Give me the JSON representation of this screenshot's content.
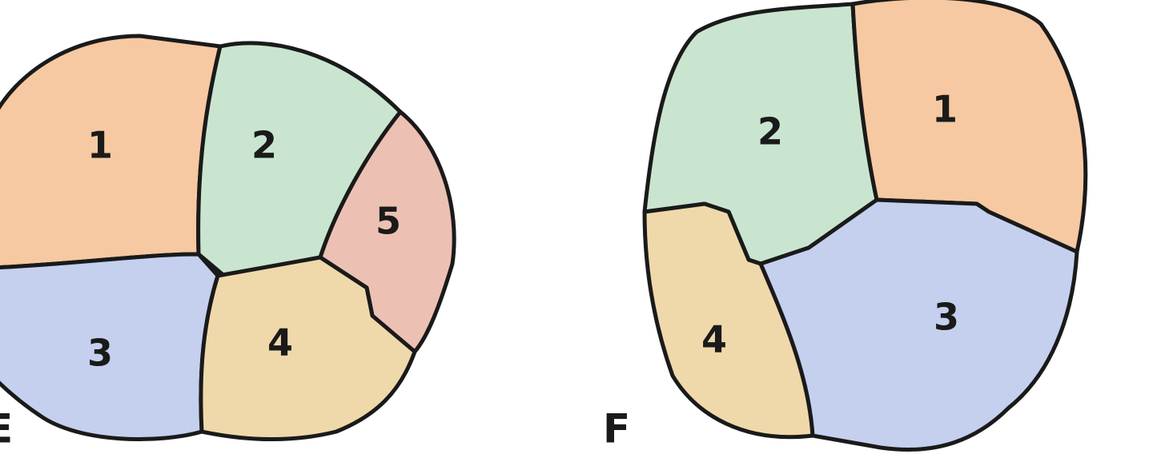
{
  "colors": {
    "cusp_1": "#f6c9a2",
    "cusp_2": "#c9e5d0",
    "cusp_3": "#c4d0ee",
    "cusp_4": "#efd9ab",
    "cusp_5": "#ecc1b4",
    "outline": "#1a1a1a"
  },
  "figure_e": {
    "letter": "E",
    "labels": {
      "c1": "1",
      "c2": "2",
      "c3": "3",
      "c4": "4",
      "c5": "5"
    }
  },
  "figure_f": {
    "letter": "F",
    "labels": {
      "c1": "1",
      "c2": "2",
      "c3": "3",
      "c4": "4"
    }
  }
}
